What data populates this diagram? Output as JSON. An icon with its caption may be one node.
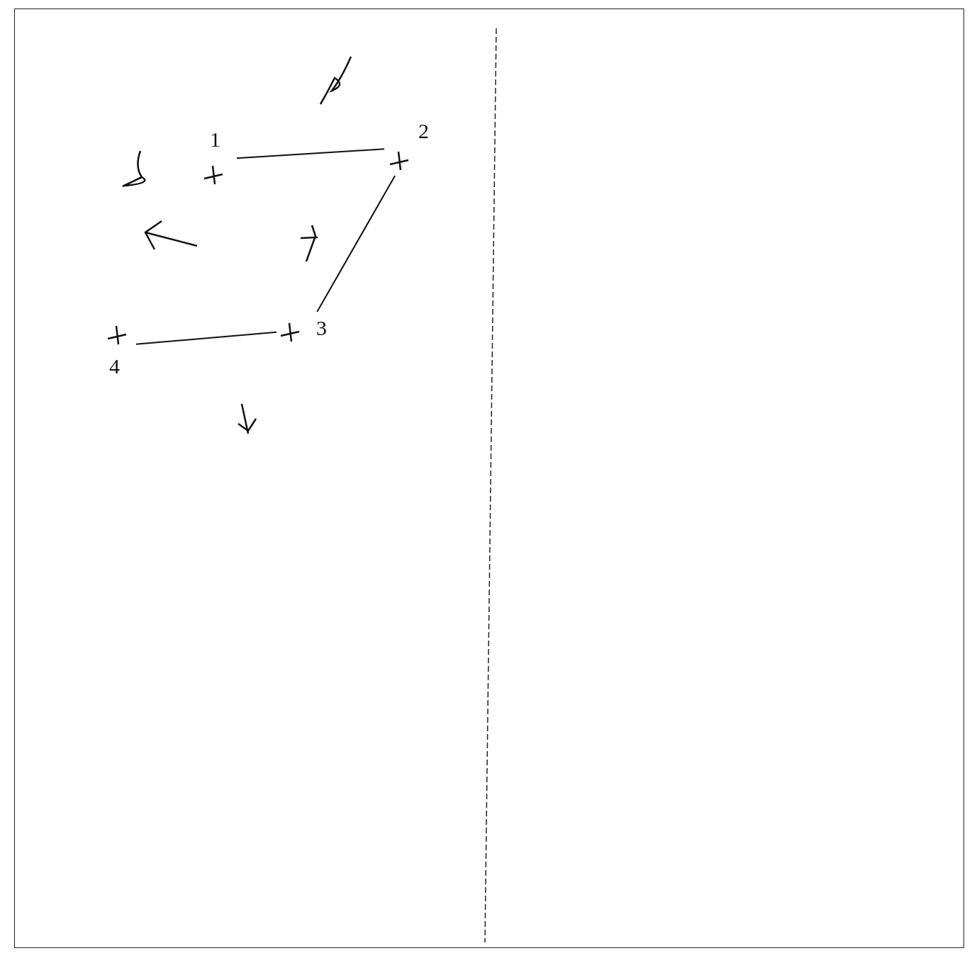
{
  "diagram": {
    "nodes": [
      {
        "text": [
          "1"
        ]
      },
      {
        "text": [
          "2"
        ]
      },
      {
        "text": [
          "3"
        ]
      },
      {
        "text": [
          "4"
        ]
      }
    ],
    "edges": [
      {
        "from": 0,
        "to": 1,
        "arrow": "none"
      },
      {
        "from": 1,
        "to": 2,
        "arrow": "none"
      },
      {
        "from": 3,
        "to": 2,
        "arrow": "none"
      }
    ]
  }
}
